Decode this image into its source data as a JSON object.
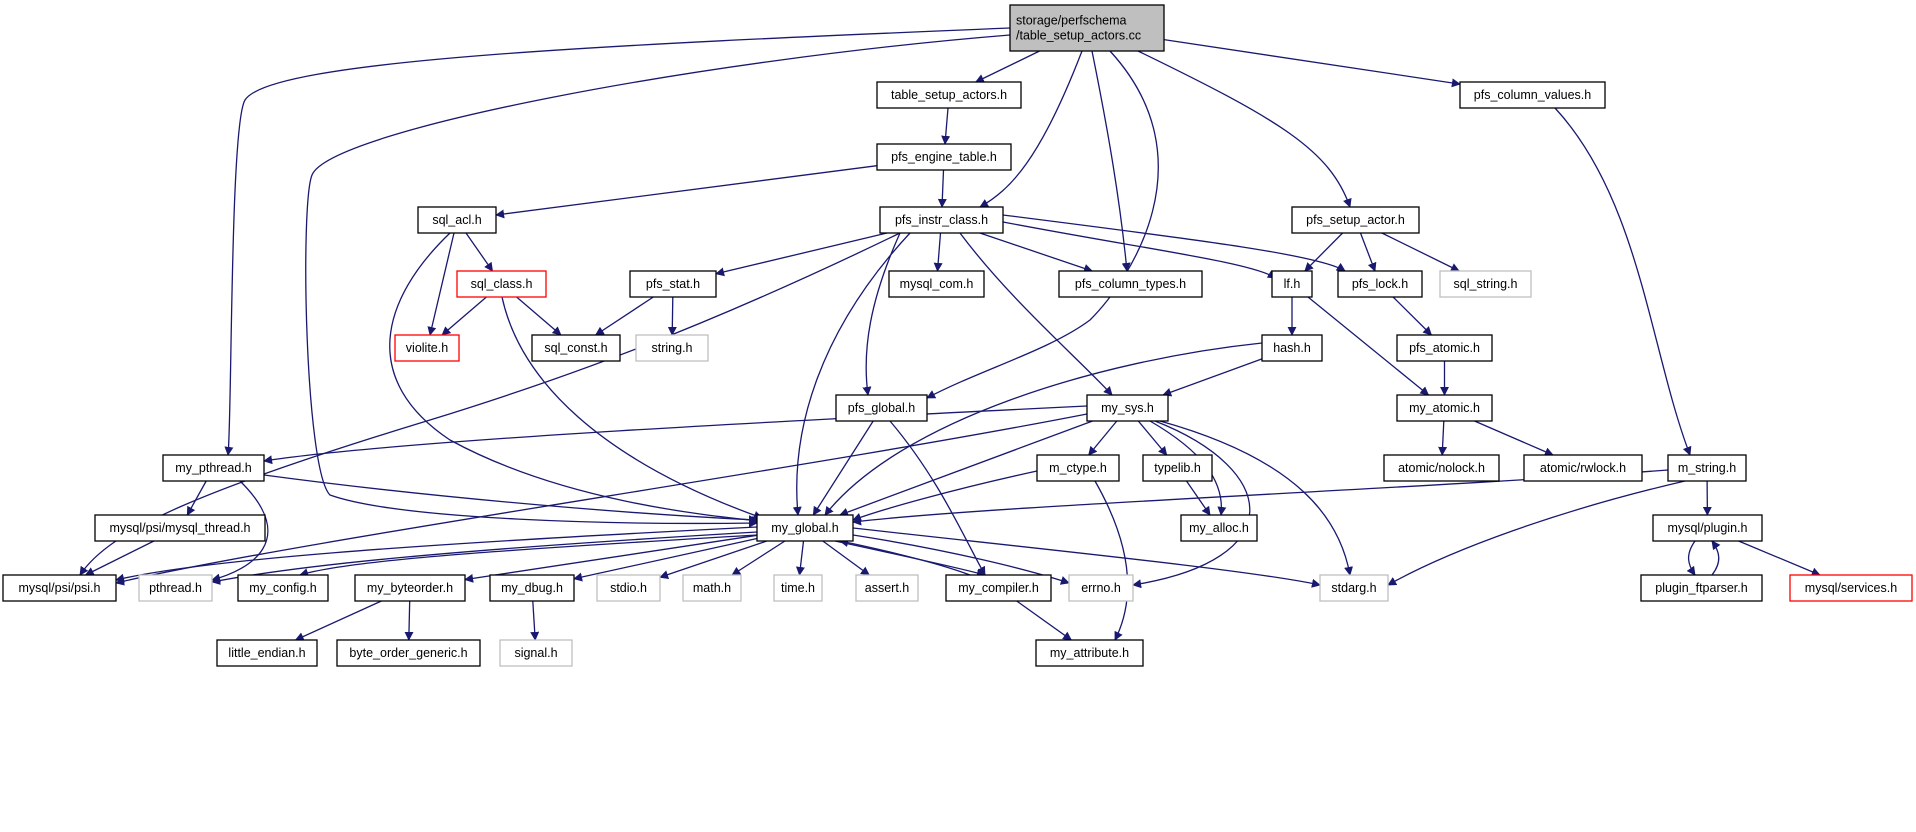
{
  "diagram": {
    "title": "",
    "colors": {
      "edge": "#191970",
      "root_fill": "#bfbfbf",
      "normal_border": "#000000",
      "truncated_border": "#ff0000",
      "system_border": "#bfbfbf",
      "system_text": "#7f7f7f"
    },
    "nodes": [
      {
        "id": "root",
        "lines": [
          "storage/perfschema",
          "/table_setup_actors.cc"
        ],
        "kind": "root"
      },
      {
        "id": "table_setup_actors_h",
        "lines": [
          "table_setup_actors.h"
        ],
        "kind": "normal"
      },
      {
        "id": "pfs_column_values_h",
        "lines": [
          "pfs_column_values.h"
        ],
        "kind": "normal"
      },
      {
        "id": "pfs_engine_table_h",
        "lines": [
          "pfs_engine_table.h"
        ],
        "kind": "normal"
      },
      {
        "id": "sql_acl_h",
        "lines": [
          "sql_acl.h"
        ],
        "kind": "normal"
      },
      {
        "id": "pfs_instr_class_h",
        "lines": [
          "pfs_instr_class.h"
        ],
        "kind": "normal"
      },
      {
        "id": "pfs_setup_actor_h",
        "lines": [
          "pfs_setup_actor.h"
        ],
        "kind": "normal"
      },
      {
        "id": "sql_class_h",
        "lines": [
          "sql_class.h"
        ],
        "kind": "truncated"
      },
      {
        "id": "pfs_stat_h",
        "lines": [
          "pfs_stat.h"
        ],
        "kind": "normal"
      },
      {
        "id": "mysql_com_h",
        "lines": [
          "mysql_com.h"
        ],
        "kind": "normal"
      },
      {
        "id": "pfs_column_types_h",
        "lines": [
          "pfs_column_types.h"
        ],
        "kind": "normal"
      },
      {
        "id": "lf_h",
        "lines": [
          "lf.h"
        ],
        "kind": "normal"
      },
      {
        "id": "pfs_lock_h",
        "lines": [
          "pfs_lock.h"
        ],
        "kind": "normal"
      },
      {
        "id": "sql_string_h",
        "lines": [
          "sql_string.h"
        ],
        "kind": "system"
      },
      {
        "id": "violite_h",
        "lines": [
          "violite.h"
        ],
        "kind": "truncated"
      },
      {
        "id": "sql_const_h",
        "lines": [
          "sql_const.h"
        ],
        "kind": "normal"
      },
      {
        "id": "string_h",
        "lines": [
          "string.h"
        ],
        "kind": "system"
      },
      {
        "id": "hash_h",
        "lines": [
          "hash.h"
        ],
        "kind": "normal"
      },
      {
        "id": "pfs_atomic_h",
        "lines": [
          "pfs_atomic.h"
        ],
        "kind": "normal"
      },
      {
        "id": "pfs_global_h",
        "lines": [
          "pfs_global.h"
        ],
        "kind": "normal"
      },
      {
        "id": "my_sys_h",
        "lines": [
          "my_sys.h"
        ],
        "kind": "normal"
      },
      {
        "id": "my_atomic_h",
        "lines": [
          "my_atomic.h"
        ],
        "kind": "normal"
      },
      {
        "id": "my_pthread_h",
        "lines": [
          "my_pthread.h"
        ],
        "kind": "normal"
      },
      {
        "id": "m_ctype_h",
        "lines": [
          "m_ctype.h"
        ],
        "kind": "normal"
      },
      {
        "id": "typelib_h",
        "lines": [
          "typelib.h"
        ],
        "kind": "normal"
      },
      {
        "id": "atomic_nolock_h",
        "lines": [
          "atomic/nolock.h"
        ],
        "kind": "normal"
      },
      {
        "id": "atomic_rwlock_h",
        "lines": [
          "atomic/rwlock.h"
        ],
        "kind": "normal"
      },
      {
        "id": "m_string_h",
        "lines": [
          "m_string.h"
        ],
        "kind": "normal"
      },
      {
        "id": "mysql_psi_mysql_thread_h",
        "lines": [
          "mysql/psi/mysql_thread.h"
        ],
        "kind": "normal"
      },
      {
        "id": "my_global_h",
        "lines": [
          "my_global.h"
        ],
        "kind": "normal"
      },
      {
        "id": "my_alloc_h",
        "lines": [
          "my_alloc.h"
        ],
        "kind": "normal"
      },
      {
        "id": "mysql_plugin_h",
        "lines": [
          "mysql/plugin.h"
        ],
        "kind": "normal"
      },
      {
        "id": "mysql_psi_psi_h",
        "lines": [
          "mysql/psi/psi.h"
        ],
        "kind": "normal"
      },
      {
        "id": "pthread_h",
        "lines": [
          "pthread.h"
        ],
        "kind": "system"
      },
      {
        "id": "my_config_h",
        "lines": [
          "my_config.h"
        ],
        "kind": "normal"
      },
      {
        "id": "my_byteorder_h",
        "lines": [
          "my_byteorder.h"
        ],
        "kind": "normal"
      },
      {
        "id": "my_dbug_h",
        "lines": [
          "my_dbug.h"
        ],
        "kind": "normal"
      },
      {
        "id": "stdio_h",
        "lines": [
          "stdio.h"
        ],
        "kind": "system"
      },
      {
        "id": "math_h",
        "lines": [
          "math.h"
        ],
        "kind": "system"
      },
      {
        "id": "time_h",
        "lines": [
          "time.h"
        ],
        "kind": "system"
      },
      {
        "id": "assert_h",
        "lines": [
          "assert.h"
        ],
        "kind": "system"
      },
      {
        "id": "my_compiler_h",
        "lines": [
          "my_compiler.h"
        ],
        "kind": "normal"
      },
      {
        "id": "errno_h",
        "lines": [
          "errno.h"
        ],
        "kind": "system"
      },
      {
        "id": "stdarg_h",
        "lines": [
          "stdarg.h"
        ],
        "kind": "system"
      },
      {
        "id": "plugin_ftparser_h",
        "lines": [
          "plugin_ftparser.h"
        ],
        "kind": "normal"
      },
      {
        "id": "mysql_services_h",
        "lines": [
          "mysql/services.h"
        ],
        "kind": "truncated"
      },
      {
        "id": "little_endian_h",
        "lines": [
          "little_endian.h"
        ],
        "kind": "normal"
      },
      {
        "id": "byte_order_generic_h",
        "lines": [
          "byte_order_generic.h"
        ],
        "kind": "normal"
      },
      {
        "id": "signal_h",
        "lines": [
          "signal.h"
        ],
        "kind": "system"
      },
      {
        "id": "my_attribute_h",
        "lines": [
          "my_attribute.h"
        ],
        "kind": "normal"
      }
    ],
    "edges": [
      {
        "from": "root",
        "to": "table_setup_actors_h"
      },
      {
        "from": "root",
        "to": "pfs_column_values_h"
      },
      {
        "from": "root",
        "to": "pfs_instr_class_h"
      },
      {
        "from": "root",
        "to": "pfs_setup_actor_h"
      },
      {
        "from": "root",
        "to": "pfs_column_types_h"
      },
      {
        "from": "root",
        "to": "pfs_global_h"
      },
      {
        "from": "root",
        "to": "my_pthread_h"
      },
      {
        "from": "root",
        "to": "my_global_h"
      },
      {
        "from": "table_setup_actors_h",
        "to": "pfs_engine_table_h"
      },
      {
        "from": "pfs_engine_table_h",
        "to": "sql_acl_h"
      },
      {
        "from": "pfs_engine_table_h",
        "to": "pfs_instr_class_h"
      },
      {
        "from": "pfs_column_values_h",
        "to": "m_string_h"
      },
      {
        "from": "sql_acl_h",
        "to": "sql_class_h"
      },
      {
        "from": "sql_acl_h",
        "to": "violite_h"
      },
      {
        "from": "sql_acl_h",
        "to": "my_global_h"
      },
      {
        "from": "sql_class_h",
        "to": "violite_h"
      },
      {
        "from": "sql_class_h",
        "to": "sql_const_h"
      },
      {
        "from": "sql_class_h",
        "to": "my_global_h"
      },
      {
        "from": "pfs_instr_class_h",
        "to": "pfs_stat_h"
      },
      {
        "from": "pfs_instr_class_h",
        "to": "mysql_com_h"
      },
      {
        "from": "pfs_instr_class_h",
        "to": "pfs_column_types_h"
      },
      {
        "from": "pfs_instr_class_h",
        "to": "lf_h"
      },
      {
        "from": "pfs_instr_class_h",
        "to": "pfs_lock_h"
      },
      {
        "from": "pfs_instr_class_h",
        "to": "pfs_global_h"
      },
      {
        "from": "pfs_instr_class_h",
        "to": "my_sys_h"
      },
      {
        "from": "pfs_instr_class_h",
        "to": "my_global_h"
      },
      {
        "from": "pfs_instr_class_h",
        "to": "mysql_psi_psi_h"
      },
      {
        "from": "pfs_stat_h",
        "to": "sql_const_h"
      },
      {
        "from": "pfs_stat_h",
        "to": "string_h"
      },
      {
        "from": "pfs_setup_actor_h",
        "to": "lf_h"
      },
      {
        "from": "pfs_setup_actor_h",
        "to": "pfs_lock_h"
      },
      {
        "from": "pfs_setup_actor_h",
        "to": "sql_string_h"
      },
      {
        "from": "lf_h",
        "to": "hash_h"
      },
      {
        "from": "lf_h",
        "to": "my_atomic_h"
      },
      {
        "from": "pfs_lock_h",
        "to": "pfs_atomic_h"
      },
      {
        "from": "pfs_atomic_h",
        "to": "my_atomic_h"
      },
      {
        "from": "hash_h",
        "to": "my_sys_h"
      },
      {
        "from": "hash_h",
        "to": "my_global_h"
      },
      {
        "from": "my_atomic_h",
        "to": "atomic_nolock_h"
      },
      {
        "from": "my_atomic_h",
        "to": "atomic_rwlock_h"
      },
      {
        "from": "pfs_global_h",
        "to": "my_global_h"
      },
      {
        "from": "pfs_global_h",
        "to": "my_compiler_h"
      },
      {
        "from": "my_sys_h",
        "to": "my_pthread_h"
      },
      {
        "from": "my_sys_h",
        "to": "mysql_psi_psi_h"
      },
      {
        "from": "my_sys_h",
        "to": "my_global_h"
      },
      {
        "from": "my_sys_h",
        "to": "m_ctype_h"
      },
      {
        "from": "my_sys_h",
        "to": "typelib_h"
      },
      {
        "from": "my_sys_h",
        "to": "my_alloc_h"
      },
      {
        "from": "my_sys_h",
        "to": "errno_h"
      },
      {
        "from": "my_sys_h",
        "to": "stdarg_h"
      },
      {
        "from": "my_pthread_h",
        "to": "mysql_psi_mysql_thread_h"
      },
      {
        "from": "my_pthread_h",
        "to": "pthread_h"
      },
      {
        "from": "my_pthread_h",
        "to": "my_global_h"
      },
      {
        "from": "mysql_psi_mysql_thread_h",
        "to": "mysql_psi_psi_h"
      },
      {
        "from": "m_ctype_h",
        "to": "my_global_h"
      },
      {
        "from": "m_ctype_h",
        "to": "my_attribute_h"
      },
      {
        "from": "typelib_h",
        "to": "my_alloc_h"
      },
      {
        "from": "m_string_h",
        "to": "my_global_h"
      },
      {
        "from": "m_string_h",
        "to": "mysql_plugin_h"
      },
      {
        "from": "m_string_h",
        "to": "stdarg_h"
      },
      {
        "from": "mysql_plugin_h",
        "to": "plugin_ftparser_h"
      },
      {
        "from": "mysql_plugin_h",
        "to": "mysql_services_h"
      },
      {
        "from": "plugin_ftparser_h",
        "to": "mysql_plugin_h"
      },
      {
        "from": "my_global_h",
        "to": "mysql_psi_psi_h"
      },
      {
        "from": "my_global_h",
        "to": "pthread_h"
      },
      {
        "from": "my_global_h",
        "to": "my_config_h"
      },
      {
        "from": "my_global_h",
        "to": "my_byteorder_h"
      },
      {
        "from": "my_global_h",
        "to": "my_dbug_h"
      },
      {
        "from": "my_global_h",
        "to": "stdio_h"
      },
      {
        "from": "my_global_h",
        "to": "math_h"
      },
      {
        "from": "my_global_h",
        "to": "time_h"
      },
      {
        "from": "my_global_h",
        "to": "assert_h"
      },
      {
        "from": "my_global_h",
        "to": "my_compiler_h"
      },
      {
        "from": "my_global_h",
        "to": "errno_h"
      },
      {
        "from": "my_global_h",
        "to": "stdarg_h"
      },
      {
        "from": "my_compiler_h",
        "to": "my_global_h"
      },
      {
        "from": "my_compiler_h",
        "to": "my_attribute_h"
      },
      {
        "from": "my_byteorder_h",
        "to": "little_endian_h"
      },
      {
        "from": "my_byteorder_h",
        "to": "byte_order_generic_h"
      },
      {
        "from": "my_dbug_h",
        "to": "signal_h"
      }
    ]
  }
}
